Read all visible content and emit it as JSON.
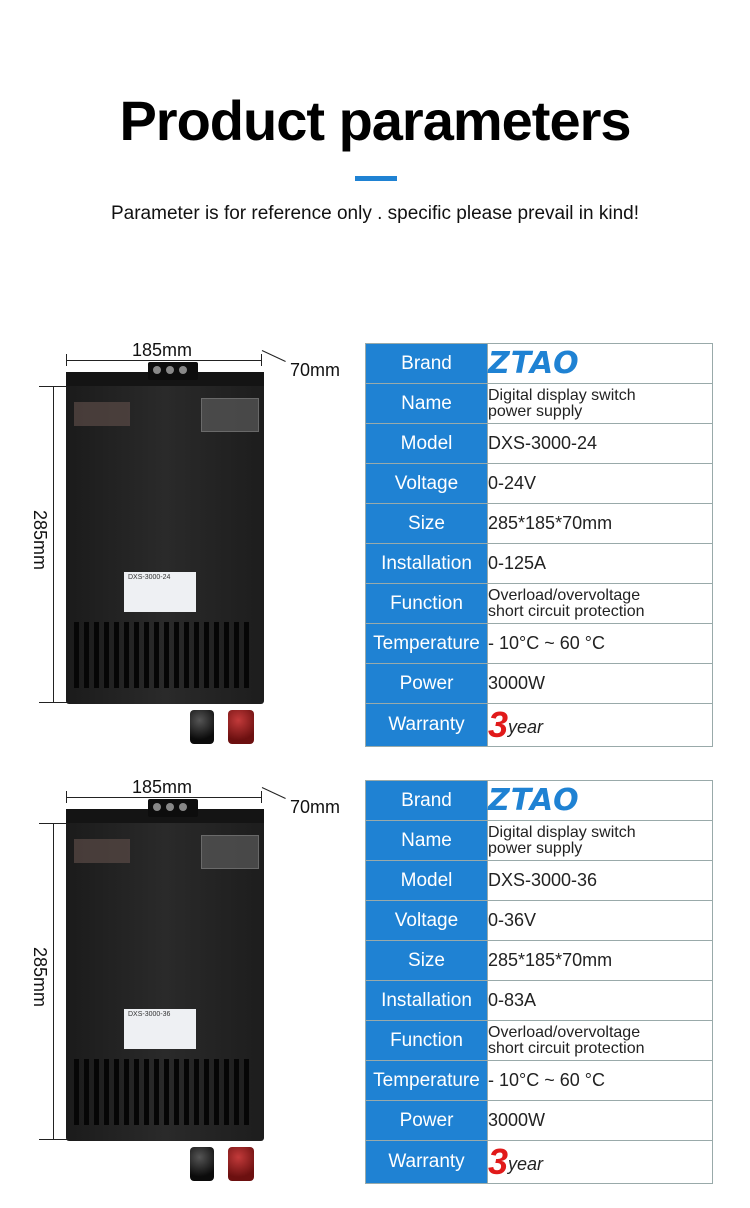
{
  "header": {
    "title": "Product parameters",
    "subtitle": "Parameter is for reference only . specific please prevail in kind!"
  },
  "products": [
    {
      "dims": {
        "width": "185mm",
        "depth": "70mm",
        "height": "285mm"
      },
      "label_model": "DXS-3000-24",
      "spec": {
        "brand_key": "Brand",
        "brand_val": "ZTAO",
        "name_key": "Name",
        "name_val_1": "Digital display switch",
        "name_val_2": "power supply",
        "model_key": "Model",
        "model_val": "DXS-3000-24",
        "voltage_key": "Voltage",
        "voltage_val": "0-24V",
        "size_key": "Size",
        "size_val": "285*185*70mm",
        "installation_key": "Installation",
        "installation_val": "0-125A",
        "function_key": "Function",
        "function_val_1": "Overload/overvoltage",
        "function_val_2": "short circuit protection",
        "temperature_key": "Temperature",
        "temperature_val": "- 10°C ~ 60 °C",
        "power_key": "Power",
        "power_val": "3000W",
        "warranty_key": "Warranty",
        "warranty_num": "3",
        "warranty_unit": "year"
      }
    },
    {
      "dims": {
        "width": "185mm",
        "depth": "70mm",
        "height": "285mm"
      },
      "label_model": "DXS-3000-36",
      "spec": {
        "brand_key": "Brand",
        "brand_val": "ZTAO",
        "name_key": "Name",
        "name_val_1": "Digital display switch",
        "name_val_2": "power supply",
        "model_key": "Model",
        "model_val": "DXS-3000-36",
        "voltage_key": "Voltage",
        "voltage_val": "0-36V",
        "size_key": "Size",
        "size_val": "285*185*70mm",
        "installation_key": "Installation",
        "installation_val": "0-83A",
        "function_key": "Function",
        "function_val_1": "Overload/overvoltage",
        "function_val_2": "short circuit protection",
        "temperature_key": "Temperature",
        "temperature_val": "- 10°C ~ 60 °C",
        "power_key": "Power",
        "power_val": "3000W",
        "warranty_key": "Warranty",
        "warranty_num": "3",
        "warranty_unit": "year"
      }
    }
  ],
  "colors": {
    "accent": "#1f82d3",
    "warranty": "#e11a1a"
  }
}
